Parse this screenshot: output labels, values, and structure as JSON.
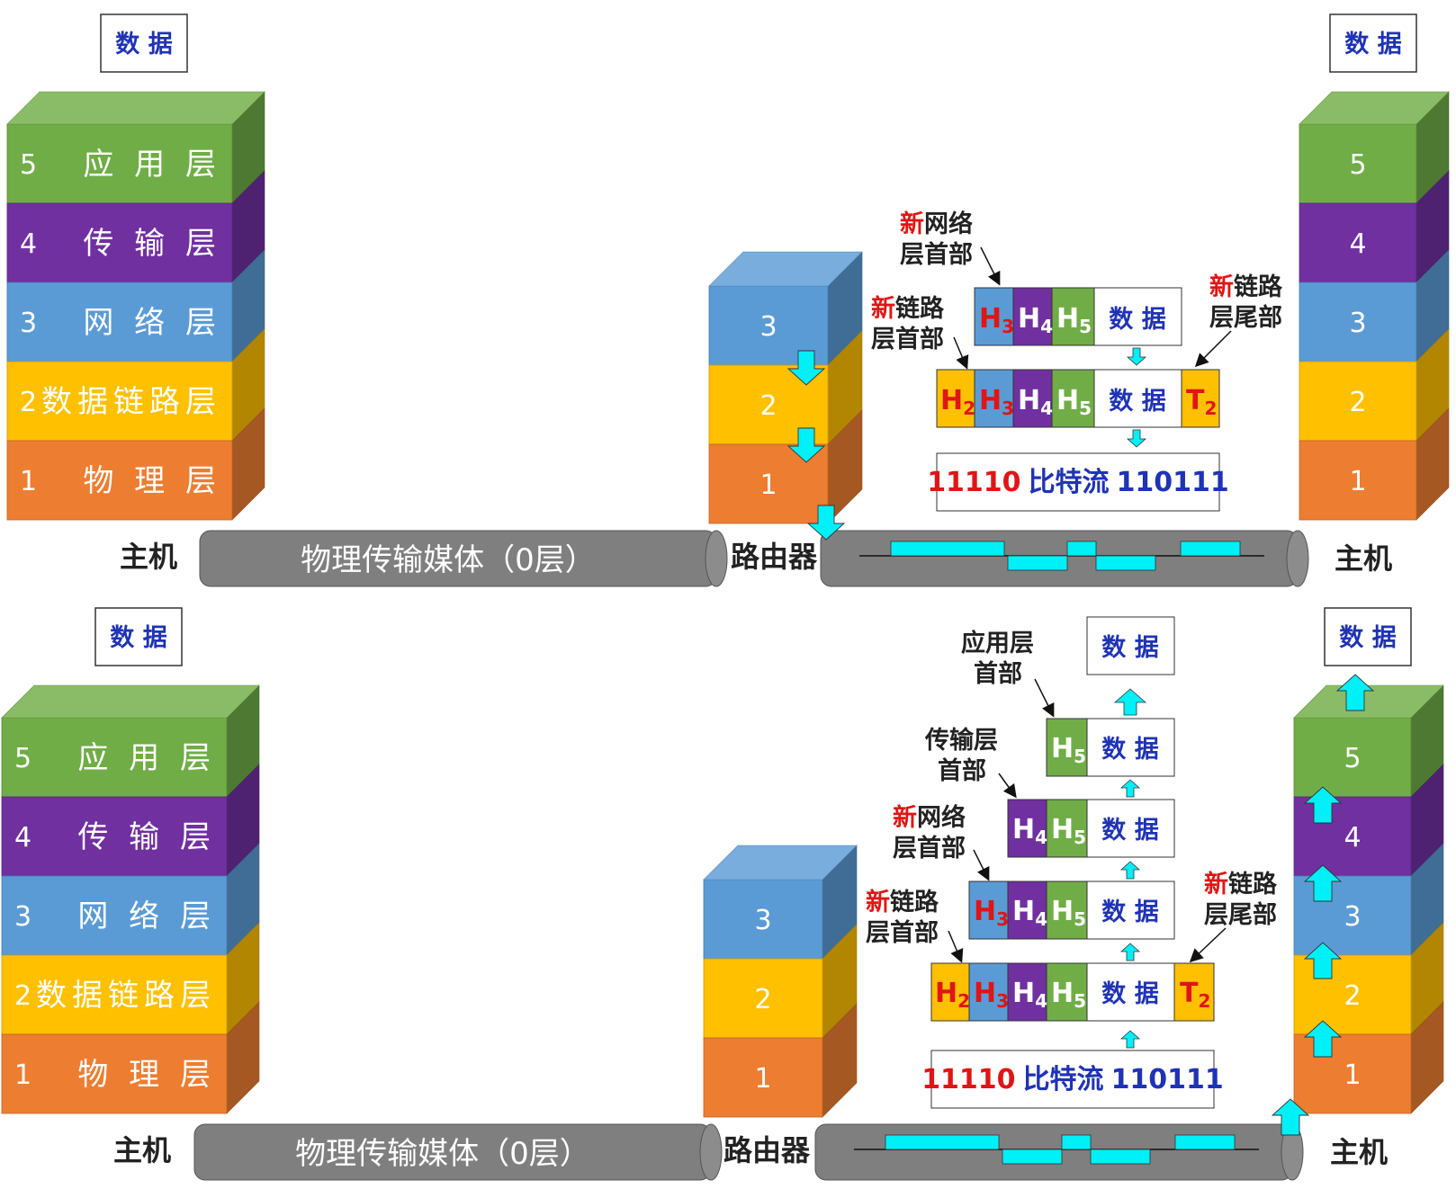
{
  "labels": {
    "data": "数 据",
    "host": "主机",
    "router": "路由器",
    "medium": "物理传输媒体（0层）",
    "bitstream_prefix": "11110",
    "bitstream_middle": "比特流",
    "bitstream_suffix": "110111"
  },
  "layers": [
    {
      "num": "5",
      "name": "应 用 层",
      "color": "#70ad47"
    },
    {
      "num": "4",
      "name": "传 输 层",
      "color": "#7030a0"
    },
    {
      "num": "3",
      "name": "网 络 层",
      "color": "#5b9bd5"
    },
    {
      "num": "2",
      "name": "数据链路层",
      "color": "#ffc000"
    },
    {
      "num": "1",
      "name": "物 理 层",
      "color": "#ed7d31"
    }
  ],
  "callouts": {
    "new_prefix": "新",
    "net_header_line1": "网络",
    "net_header_line2": "层首部",
    "link_header_line1": "链路",
    "link_header_line2": "层首部",
    "link_trailer_line1": "链路",
    "link_trailer_line2": "层尾部",
    "app_header_line1": "应用层",
    "app_header_line2": "首部",
    "trans_header_line1": "传输层",
    "trans_header_line2": "首部"
  },
  "headers": {
    "H": "H",
    "T": "T",
    "sub2": "2",
    "sub3": "3",
    "sub4": "4",
    "sub5": "5"
  },
  "colors": {
    "arrow": "#00f0f8",
    "cylinder": "#7f7f7f",
    "data_text": "#1f33b5",
    "new_red": "#e01515"
  }
}
